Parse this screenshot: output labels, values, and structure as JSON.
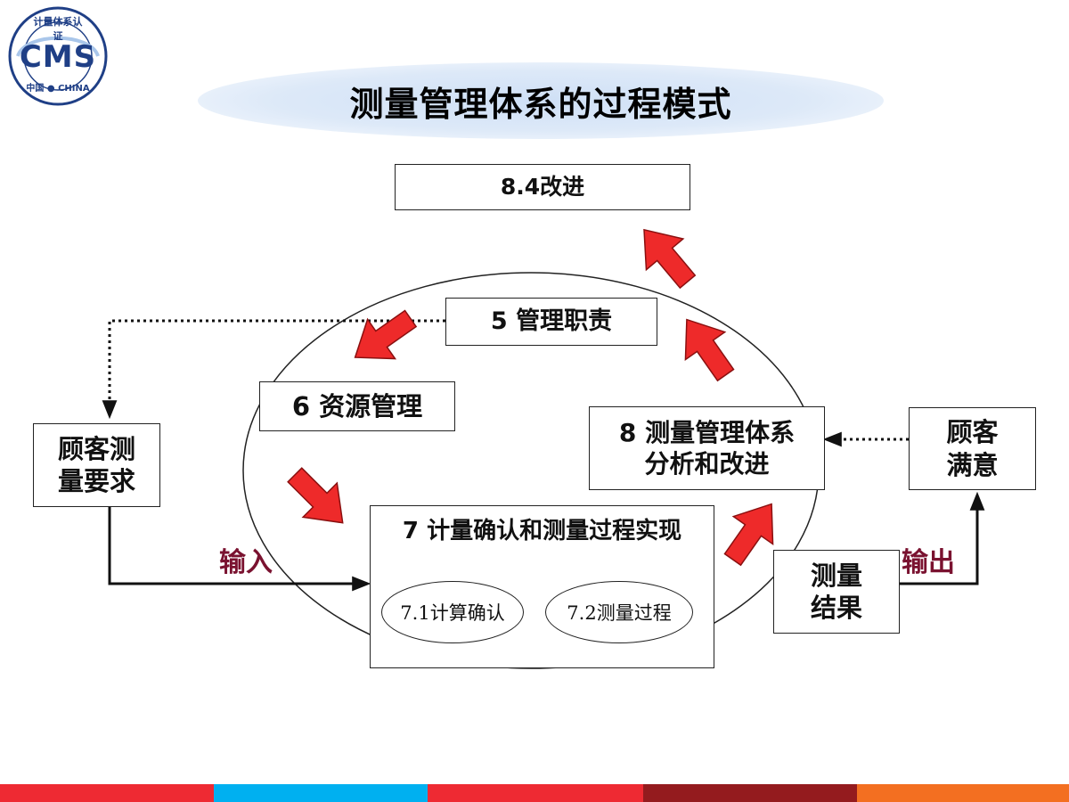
{
  "logo": {
    "ring_text": "计量体系认证",
    "letters": "CMS",
    "bottom_text": "中国 ● CHINA"
  },
  "title": "测量管理体系的过程模式",
  "boxes": {
    "improve": "8.4改进",
    "mgmt_resp": "5 管理职责",
    "resource": "6 资源管理",
    "analysis_line1": "8 测量管理体系",
    "analysis_line2": "分析和改进",
    "realization": "7 计量确认和测量过程实现",
    "sub1": "7.1计算确认",
    "sub2": "7.2测量过程",
    "customer_req_line1": "顾客测",
    "customer_req_line2": "量要求",
    "satisfaction_line1": "顾客",
    "satisfaction_line2": "满意",
    "result_line1": "测量",
    "result_line2": "结果"
  },
  "labels": {
    "input": "输入",
    "output": "输出"
  },
  "colors": {
    "arrow_red": "#ee2a2a",
    "label_maroon": "#7a1230",
    "footer": [
      "#ee2a33",
      "#00b0f0",
      "#ee2a33",
      "#941b1e",
      "#f36f21"
    ]
  }
}
